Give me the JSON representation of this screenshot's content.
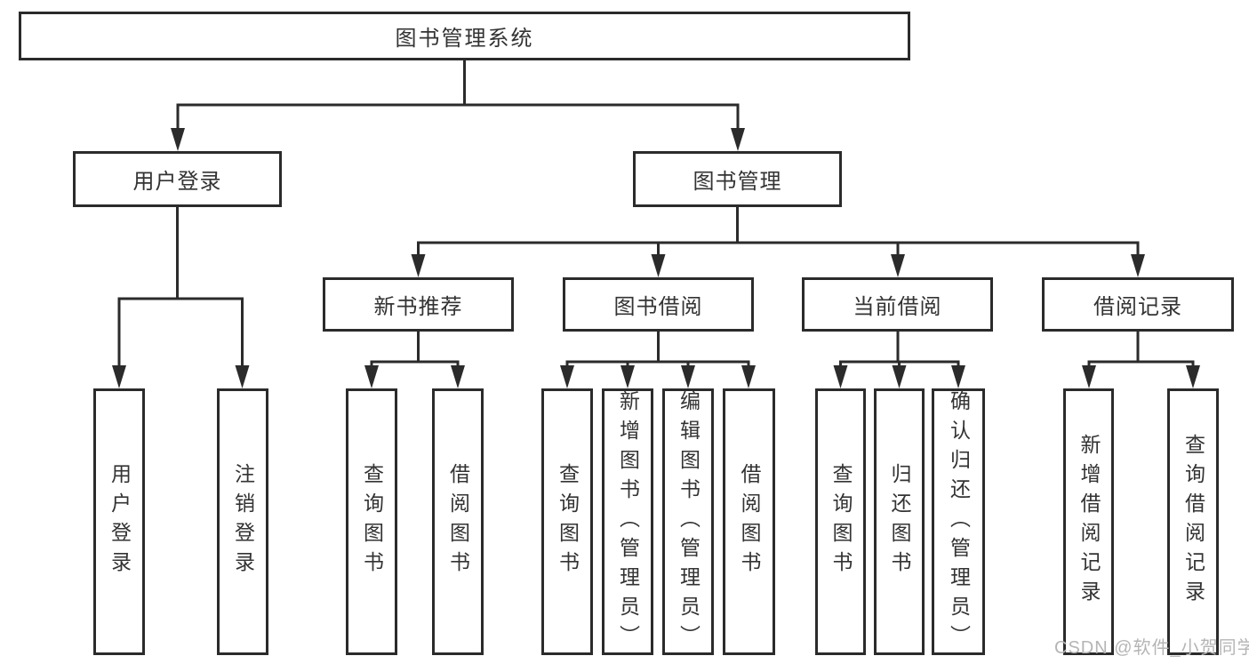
{
  "tree": {
    "root": {
      "label": "图书管理系统",
      "children": [
        {
          "label": "用户登录",
          "children": [
            {
              "label": "用户登录"
            },
            {
              "label": "注销登录"
            }
          ]
        },
        {
          "label": "图书管理",
          "children": [
            {
              "label": "新书推荐",
              "children": [
                {
                  "label": "查询图书"
                },
                {
                  "label": "借阅图书"
                }
              ]
            },
            {
              "label": "图书借阅",
              "children": [
                {
                  "label": "查询图书"
                },
                {
                  "label": "新增图书（管理员）"
                },
                {
                  "label": "编辑图书（管理员）"
                },
                {
                  "label": "借阅图书"
                }
              ]
            },
            {
              "label": "当前借阅",
              "children": [
                {
                  "label": "查询图书"
                },
                {
                  "label": "归还图书"
                },
                {
                  "label": "确认归还（管理员）"
                }
              ]
            },
            {
              "label": "借阅记录",
              "children": [
                {
                  "label": "新增借阅记录"
                },
                {
                  "label": "查询借阅记录"
                }
              ]
            }
          ]
        }
      ]
    }
  },
  "watermark": {
    "text": "CSDN @软件_小贺同学"
  },
  "colors": {
    "line": "#2b2b2b",
    "text": "#333333",
    "watermark": "#b5b5b5",
    "background": "#ffffff"
  }
}
